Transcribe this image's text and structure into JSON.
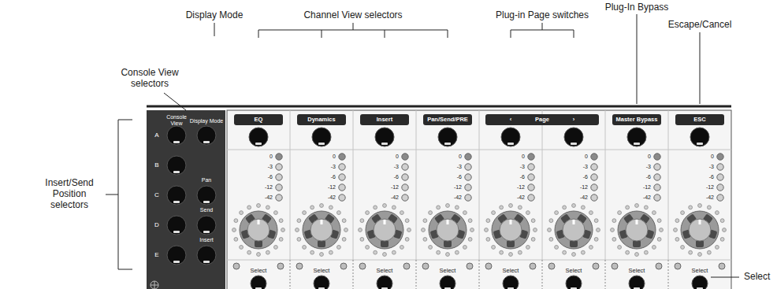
{
  "diagram": {
    "nodes": [
      {
        "text": [
          "Console View",
          "Display Mode",
          "A",
          "B",
          "C",
          "Pan",
          "D",
          "Send",
          "E",
          "Insert"
        ]
      },
      {
        "text": [
          "EQ"
        ]
      },
      {
        "text": [
          "Dynamics"
        ]
      },
      {
        "text": [
          "Insert"
        ]
      },
      {
        "text": [
          "Pan/Send/PRE"
        ]
      },
      {
        "text": [
          "‹",
          "Page",
          "›"
        ]
      },
      {
        "text": [
          "Master Bypass"
        ]
      },
      {
        "text": [
          "ESC"
        ]
      }
    ],
    "labels": [
      "Console View selectors",
      "Display Mode",
      "Channel View selectors",
      "Plug-in Page switches",
      "Plug-In Bypass",
      "Escape/Cancel",
      "Insert/Send Position selectors",
      "Select",
      "0",
      "-3",
      "-6",
      "-12",
      "-42",
      "Select",
      "0",
      "-3",
      "-6",
      "-12",
      "-42",
      "Select",
      "0",
      "-3",
      "-6",
      "-12",
      "-42",
      "Select",
      "0",
      "-3",
      "-6",
      "-12",
      "-42",
      "Select",
      "0",
      "-3",
      "-6",
      "-12",
      "-42",
      "Select",
      "0",
      "-3",
      "-6",
      "-12",
      "-42",
      "Select",
      "0",
      "-3",
      "-6",
      "-12",
      "-42",
      "Select",
      "0",
      "-3",
      "-6",
      "-12",
      "-42",
      "Select"
    ]
  }
}
